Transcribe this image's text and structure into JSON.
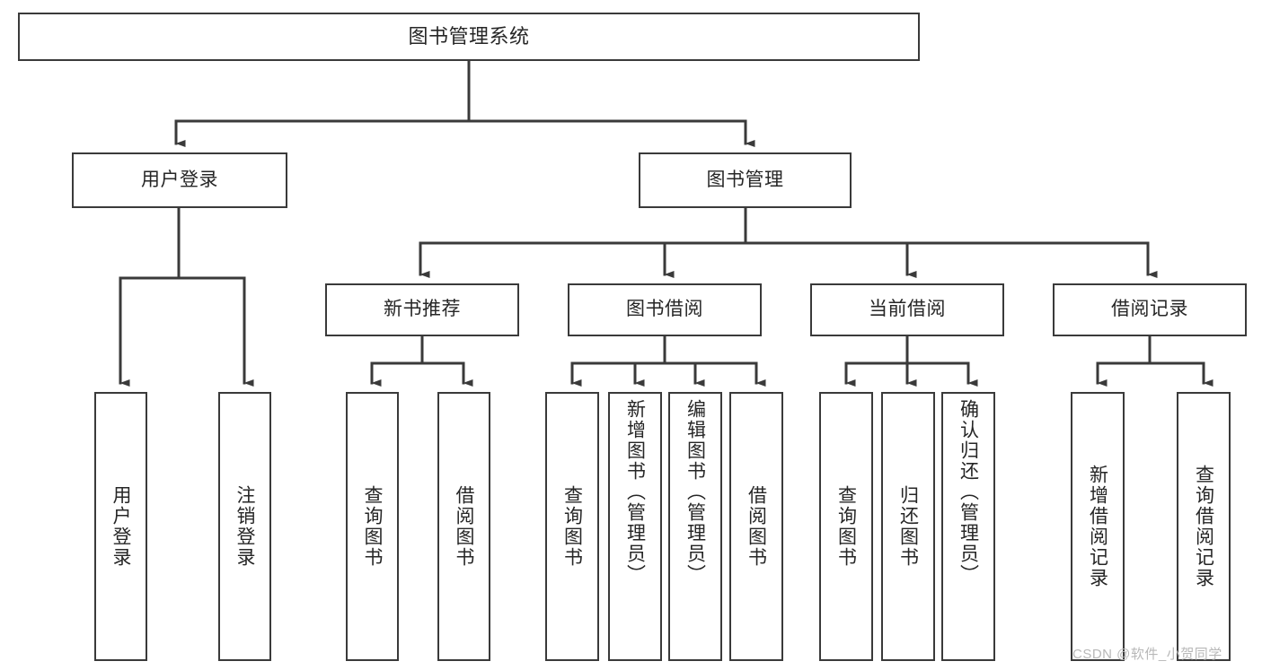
{
  "diagram": {
    "type": "hierarchy-tree",
    "title": "图书管理系统",
    "root": {
      "id": "root",
      "label": "图书管理系统"
    },
    "level2": [
      {
        "id": "user-login",
        "label": "用户登录"
      },
      {
        "id": "book-manage",
        "label": "图书管理"
      }
    ],
    "level3": [
      {
        "id": "new-book-recommend",
        "label": "新书推荐",
        "parent": "book-manage"
      },
      {
        "id": "book-borrow",
        "label": "图书借阅",
        "parent": "book-manage"
      },
      {
        "id": "current-borrow",
        "label": "当前借阅",
        "parent": "book-manage"
      },
      {
        "id": "borrow-record",
        "label": "借阅记录",
        "parent": "book-manage"
      }
    ],
    "leaves": [
      {
        "id": "leaf-user-login",
        "label": "用户登录",
        "parent": "user-login"
      },
      {
        "id": "leaf-user-logout",
        "label": "注销登录",
        "parent": "user-login"
      },
      {
        "id": "leaf-query-book-1",
        "label": "查询图书",
        "parent": "new-book-recommend"
      },
      {
        "id": "leaf-borrow-book-1",
        "label": "借阅图书",
        "parent": "new-book-recommend"
      },
      {
        "id": "leaf-query-book-2",
        "label": "查询图书",
        "parent": "book-borrow"
      },
      {
        "id": "leaf-add-book",
        "label": "新增图书（管理员）",
        "parent": "book-borrow"
      },
      {
        "id": "leaf-edit-book",
        "label": "编辑图书（管理员）",
        "parent": "book-borrow"
      },
      {
        "id": "leaf-borrow-book-2",
        "label": "借阅图书",
        "parent": "book-borrow"
      },
      {
        "id": "leaf-query-book-3",
        "label": "查询图书",
        "parent": "current-borrow"
      },
      {
        "id": "leaf-return-book",
        "label": "归还图书",
        "parent": "current-borrow"
      },
      {
        "id": "leaf-confirm-return",
        "label": "确认归还（管理员）",
        "parent": "current-borrow"
      },
      {
        "id": "leaf-add-record",
        "label": "新增借阅记录",
        "parent": "borrow-record"
      },
      {
        "id": "leaf-query-record",
        "label": "查询借阅记录",
        "parent": "borrow-record"
      }
    ],
    "watermark": "CSDN @软件_小贺同学",
    "colors": {
      "stroke": "#3a3a3a",
      "text": "#262626",
      "background": "#ffffff",
      "watermark": "#b8b8b8"
    }
  }
}
